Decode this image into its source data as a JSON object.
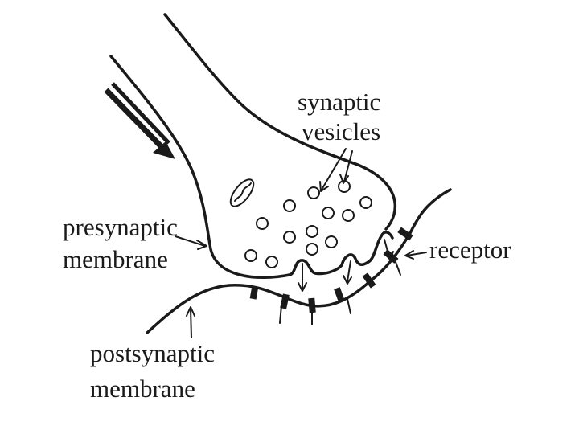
{
  "labels": {
    "synaptic_vesicles_line1": "synaptic",
    "synaptic_vesicles_line2": "vesicles",
    "presynaptic_line1": "presynaptic",
    "presynaptic_line2": "membrane",
    "receptor": "receptor",
    "postsynaptic_line1": "postsynaptic",
    "postsynaptic_line2": "membrane"
  },
  "colors": {
    "ink": "#1a1a1a",
    "background": "#ffffff"
  }
}
